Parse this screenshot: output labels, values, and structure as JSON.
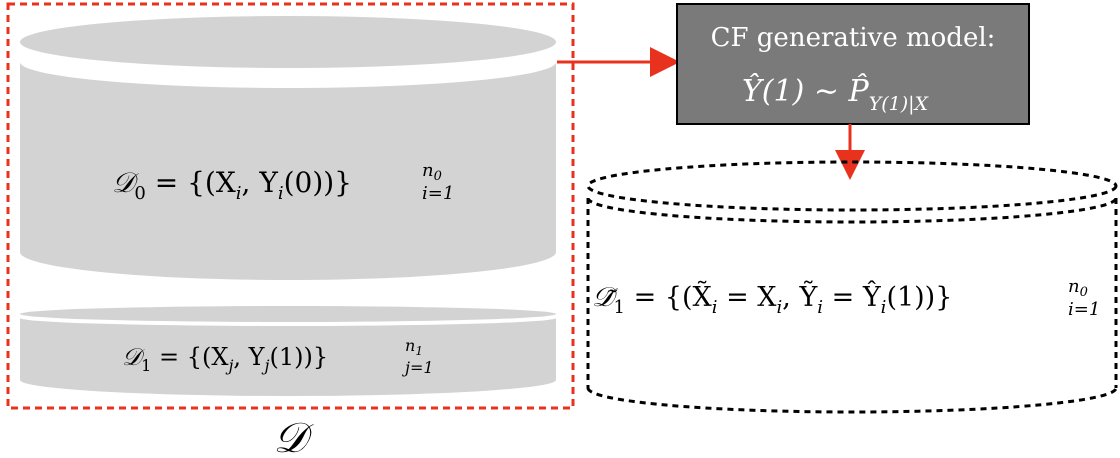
{
  "dataset_label": "𝒟",
  "top_cylinder": {
    "main": "𝒟",
    "sub": "0",
    "body": " = {(X",
    "body_i": "i",
    "body_mid": ", Y",
    "body_i2": "i",
    "body_end": "(0))}",
    "sup": "n",
    "sup_sub": "0",
    "lower": "i=1"
  },
  "bottom_cylinder": {
    "main": "𝒟",
    "sub": "1",
    "body": " = {(X",
    "body_j": "j",
    "body_mid": ", Y",
    "body_j2": "j",
    "body_end": "(1))}",
    "sup": "n",
    "sup_sub": "1",
    "lower": "j=1"
  },
  "model_box": {
    "title": "CF generative model:",
    "formula_left": "Ŷ(1) ∼ P̂",
    "formula_sub": "Y(1)|X"
  },
  "generated_cylinder": {
    "main": "𝒟̃",
    "sub": "1",
    "body": " = {(X̃",
    "body_i": "i",
    "body_mid": " = X",
    "body_i2": "i",
    "body_mid2": ", Ỹ",
    "body_i3": "i",
    "body_mid3": " = Ŷ",
    "body_i4": "i",
    "body_end": "(1))}",
    "sup": "n",
    "sup_sub": "0",
    "lower": "i=1"
  },
  "colors": {
    "cylinder_fill": "#d3d3d3",
    "box_fill": "#7a7a7a",
    "arrow": "#e8321e",
    "dashed_border": "#e8321e",
    "dashed_cylinder": "#000000"
  }
}
